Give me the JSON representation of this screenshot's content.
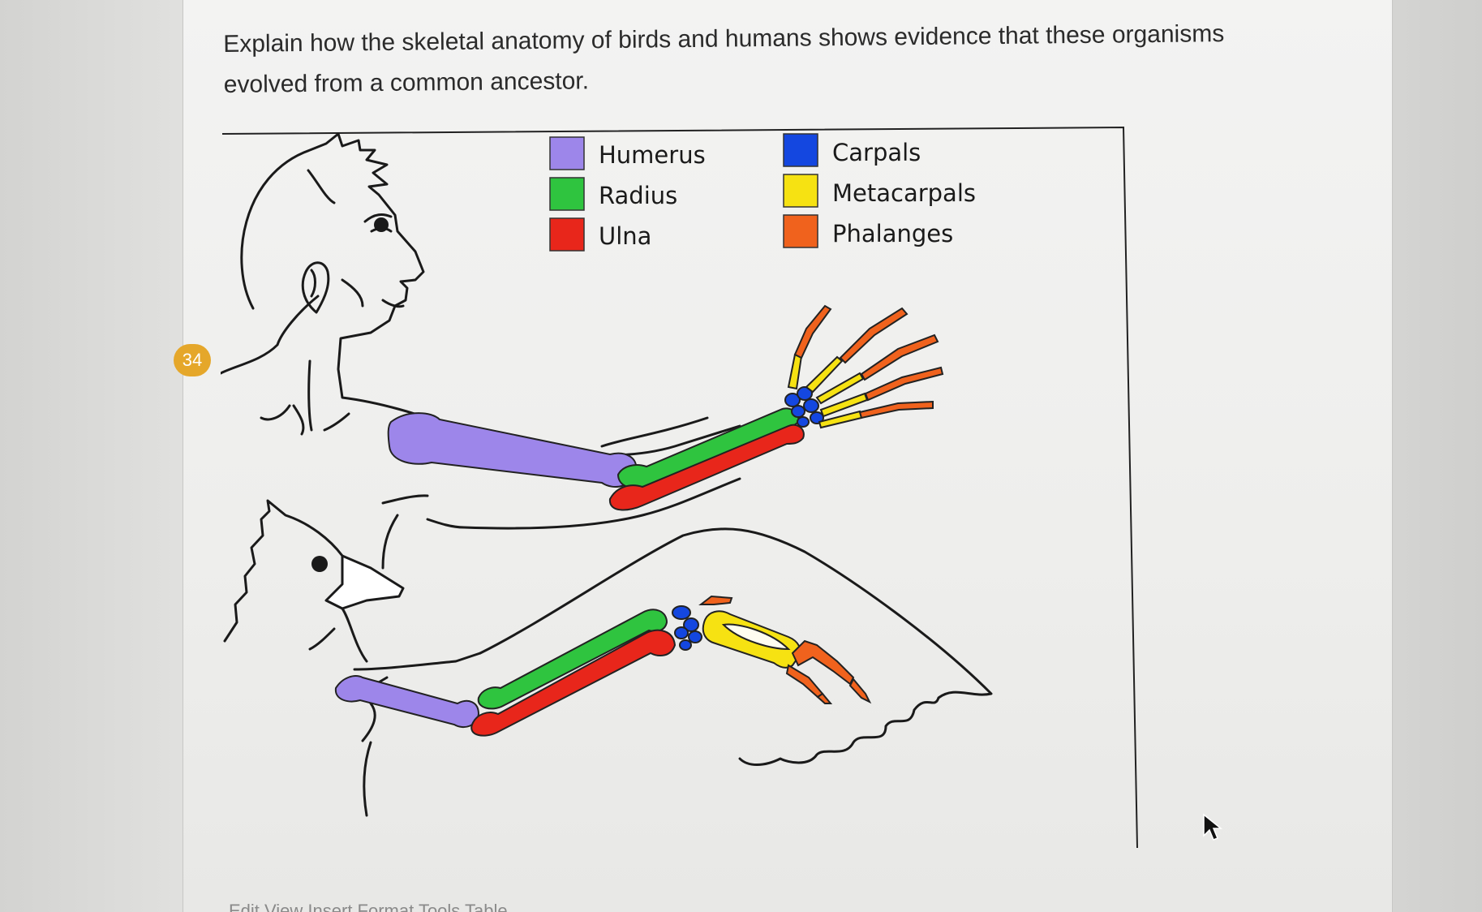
{
  "question": {
    "number_badge": "34",
    "text": "Explain how the skeletal anatomy of birds and humans shows evidence that these organisms evolved from a common ancestor."
  },
  "legend": [
    {
      "label": "Humerus",
      "color": "#9d86ea"
    },
    {
      "label": "Radius",
      "color": "#2fc43f"
    },
    {
      "label": "Ulna",
      "color": "#e8261b"
    },
    {
      "label": "Carpals",
      "color": "#1447e0"
    },
    {
      "label": "Metacarpals",
      "color": "#f6e212"
    },
    {
      "label": "Phalanges",
      "color": "#f0621d"
    }
  ],
  "figure": {
    "subjects": [
      "human-arm",
      "bird-wing"
    ]
  },
  "editor_menu": "Edit View Insert Format Tools Table"
}
